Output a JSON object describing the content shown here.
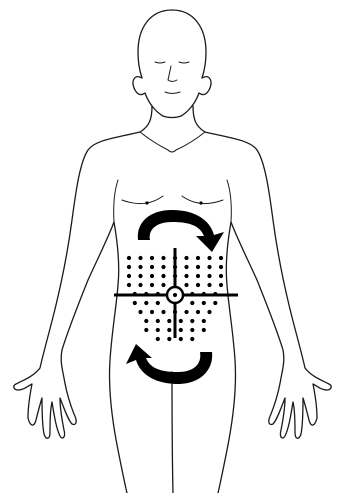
{
  "figure": {
    "subject": "human-body-front-view",
    "marked_region": "abdomen",
    "grid": {
      "rows": [
        {
          "count": 9
        },
        {
          "count": 9
        },
        {
          "count": 9
        },
        {
          "count": 9
        },
        {
          "count": 8
        },
        {
          "count": 8
        },
        {
          "count": 7
        },
        {
          "count": 6
        },
        {
          "count": 6
        },
        {
          "count": 4
        }
      ]
    },
    "quadrant_axes": true,
    "center_marker": "navel-circle",
    "arrows": [
      {
        "name": "upper-curved-arrow",
        "direction": "clockwise"
      },
      {
        "name": "lower-curved-arrow",
        "direction": "clockwise"
      }
    ],
    "colors": {
      "line": "#1a1a1a",
      "fill": "#000000",
      "background": "#ffffff"
    }
  }
}
